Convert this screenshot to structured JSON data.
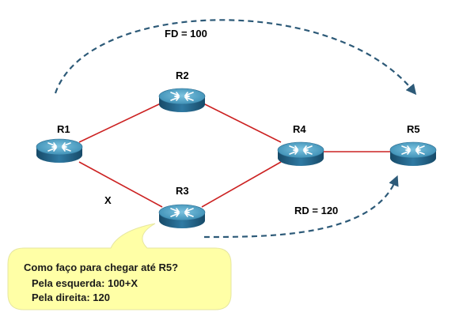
{
  "routers": [
    {
      "id": "r1",
      "label": "R1"
    },
    {
      "id": "r2",
      "label": "R2"
    },
    {
      "id": "r3",
      "label": "R3"
    },
    {
      "id": "r4",
      "label": "R4"
    },
    {
      "id": "r5",
      "label": "R5"
    }
  ],
  "links": [
    {
      "from": "R1",
      "to": "R2"
    },
    {
      "from": "R1",
      "to": "R3"
    },
    {
      "from": "R2",
      "to": "R4"
    },
    {
      "from": "R3",
      "to": "R4"
    },
    {
      "from": "R4",
      "to": "R5"
    }
  ],
  "metrics": {
    "fd": "FD = 100",
    "rd": "RD = 120",
    "x": "X"
  },
  "bubble": {
    "question": "Como faço para chegar até R5?",
    "left": "Pela esquerda: 100+X",
    "right": "Pela direita: 120"
  },
  "colors": {
    "link": "#cc2222",
    "arrow": "#2d5a78",
    "bubble_fill": "#ffffa6",
    "router_top": "#5ba8c9",
    "router_side": "#1f5c80"
  }
}
